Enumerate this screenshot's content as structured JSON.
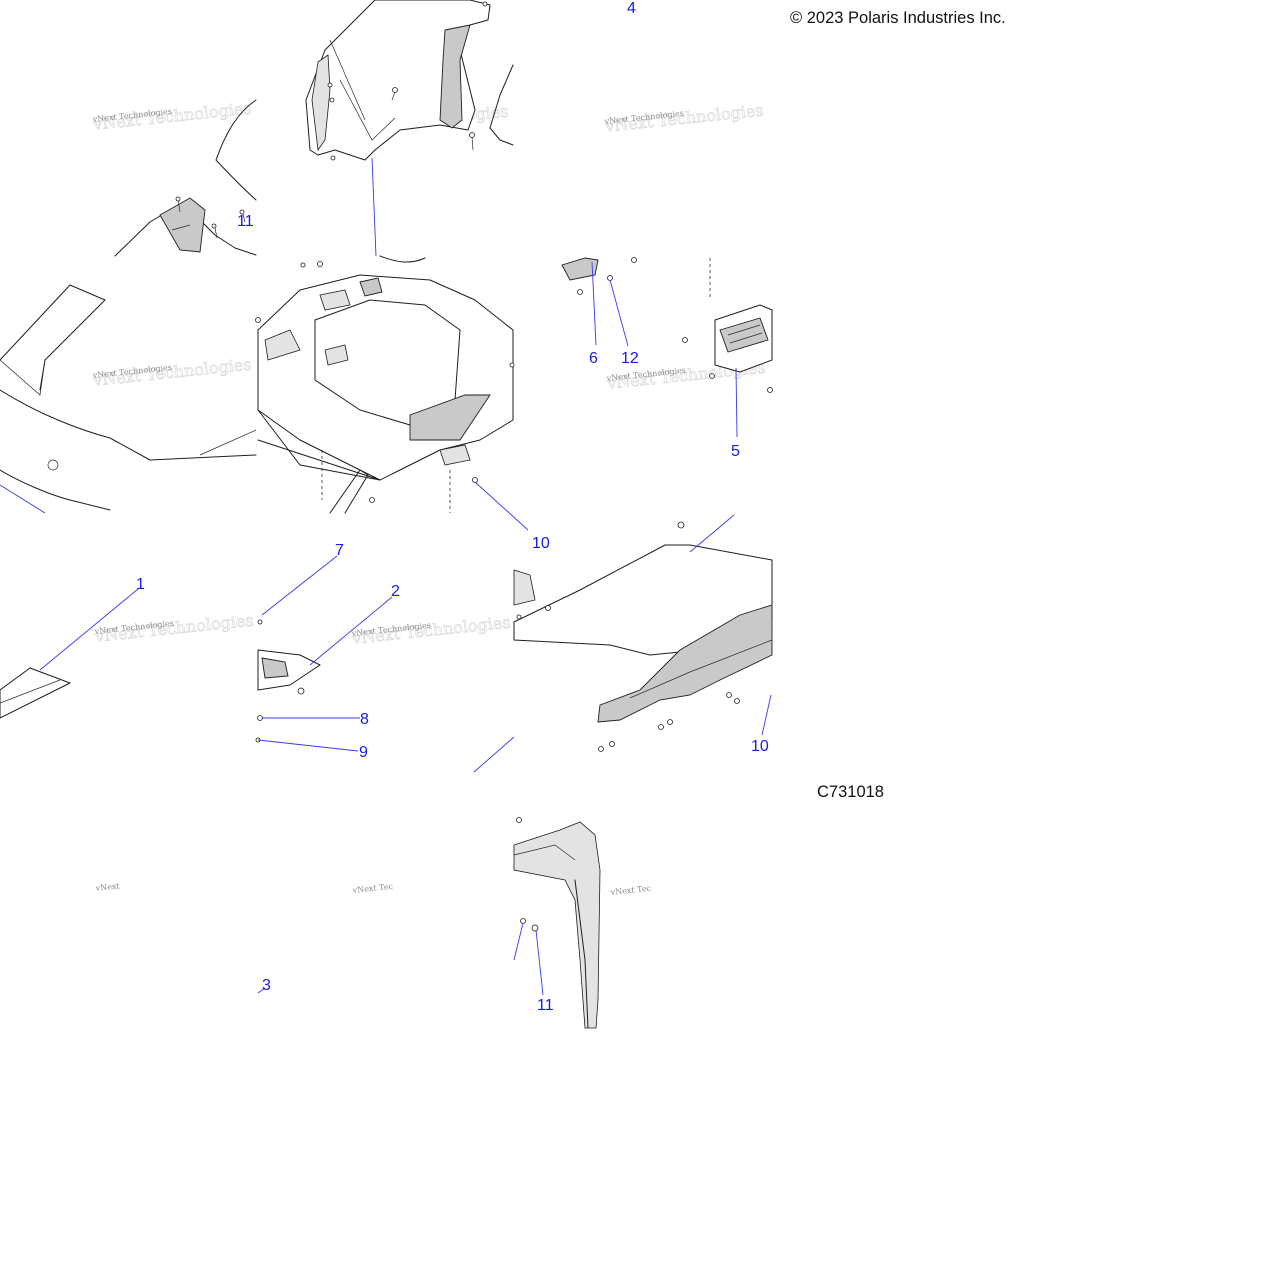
{
  "copyright": "© 2023 Polaris Industries Inc.",
  "diagram_id": "C731018",
  "watermark": {
    "line1": "vNext Technologies",
    "line1_cut": "vNext",
    "line1_cut2": "vNext Tec"
  },
  "callouts": {
    "c1": "1",
    "c2": "2",
    "c3": "3",
    "c4": "4",
    "c5": "5",
    "c6": "6",
    "c7": "7",
    "c8": "8",
    "c9": "9",
    "c10a": "10",
    "c10b": "10",
    "c11a": "11",
    "c11b": "11",
    "c12": "12"
  },
  "colors": {
    "callout": "#1a1ae6",
    "leader": "#3a3ae8",
    "linework": "#1e1e1e",
    "shading": "#c9c9c9"
  }
}
